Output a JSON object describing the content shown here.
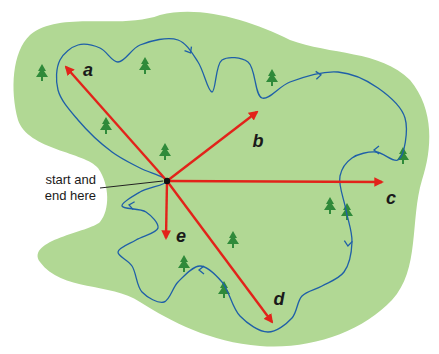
{
  "diagram": {
    "labels": [
      "a",
      "b",
      "c",
      "d",
      "e",
      "start and end here"
    ]
  }
}
